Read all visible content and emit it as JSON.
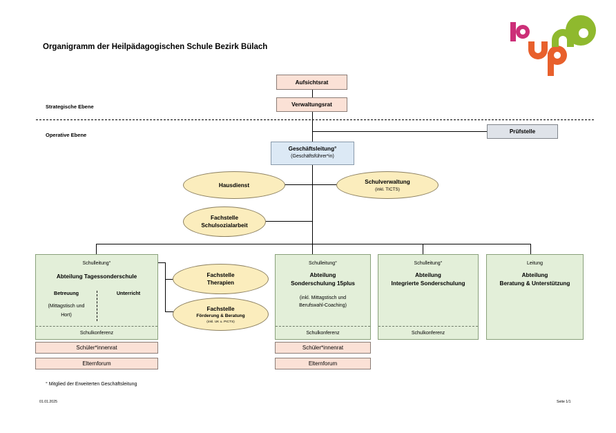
{
  "title": "Organigramm der Heilpädagogischen Schule Bezirk Bülach",
  "levels": {
    "strategic": "Strategische Ebene",
    "operative": "Operative Ebene"
  },
  "top": {
    "aufsichtsrat": "Aufsichtsrat",
    "verwaltungsrat": "Verwaltungsrat",
    "pruefstelle": "Prüfstelle"
  },
  "gl": {
    "title": "Geschäftsleitung°",
    "subtitle": "(Geschäftsführer*in)"
  },
  "staff": {
    "hausdienst": "Hausdienst",
    "schulverwaltung": "Schulverwaltung",
    "schulverwaltung_sub": "(inkl. TICTS)",
    "sozial_1": "Fachstelle",
    "sozial_2": "Schulsozialarbeit",
    "therapien_1": "Fachstelle",
    "therapien_2": "Therapien",
    "foerderung_1": "Fachstelle",
    "foerderung_2": "Förderung & Beratung",
    "foerderung_sub": "(inkl. UK u. PICTS)"
  },
  "departments": {
    "d1": {
      "lead": "Schulleitung°",
      "name": "Abteilung Tagessonderschule",
      "left_title": "Betreuung",
      "left_sub1": "(Mittagstisch und",
      "left_sub2": "Hort)",
      "right_title": "Unterricht",
      "konf": "Schulkonferenz"
    },
    "d2": {
      "lead": "Schulleitung°",
      "name1": "Abteilung",
      "name2": "Sonderschulung 15plus",
      "note1": "(inkl. Mittagstisch und",
      "note2": "Berufswahl-Coaching)",
      "konf": "Schulkonferenz"
    },
    "d3": {
      "lead": "Schulleitung°",
      "name1": "Abteilung",
      "name2": "Integrierte Sonderschulung",
      "konf": "Schulkonferenz"
    },
    "d4": {
      "lead": "Leitung",
      "name1": "Abteilung",
      "name2": "Beratung & Unterstützung"
    }
  },
  "sub": {
    "rat1": "Schüler*innenrat",
    "forum1": "Elternforum",
    "rat2": "Schüler*innenrat",
    "forum2": "Elternforum"
  },
  "footnote": "° Mitglied der Erweiterten Geschäftsleitung",
  "date": "01.01.2025",
  "page": "Seite 1/1",
  "colors": {
    "logo_magenta": "#cc2f78",
    "logo_orange": "#e8602c",
    "logo_green": "#8fb92e"
  }
}
